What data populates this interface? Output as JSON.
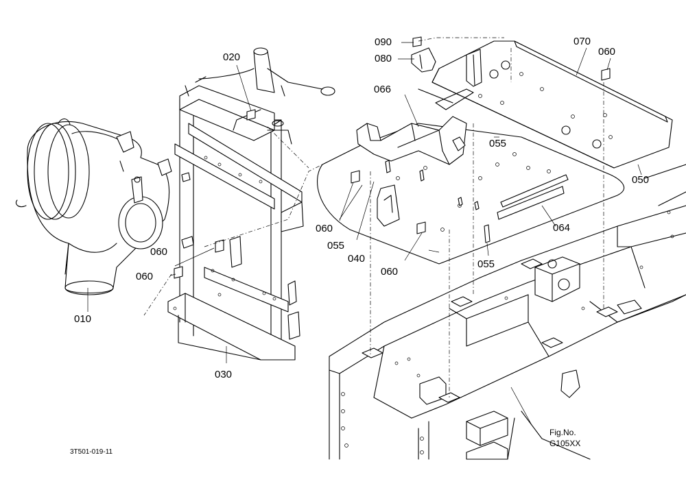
{
  "labels": {
    "p010": "010",
    "p020": "020",
    "p030": "030",
    "p040": "040",
    "p050": "050",
    "p055a": "055",
    "p055b": "055",
    "p055c": "055",
    "p060a": "060",
    "p060b": "060",
    "p060c": "060",
    "p060d": "060",
    "p060e": "060",
    "p064": "064",
    "p066": "066",
    "p070": "070",
    "p080": "080",
    "p090": "090"
  },
  "drawing_number": "3T501-019-11",
  "fig_caption": "Fig.No.",
  "fig_number": "G105XX"
}
